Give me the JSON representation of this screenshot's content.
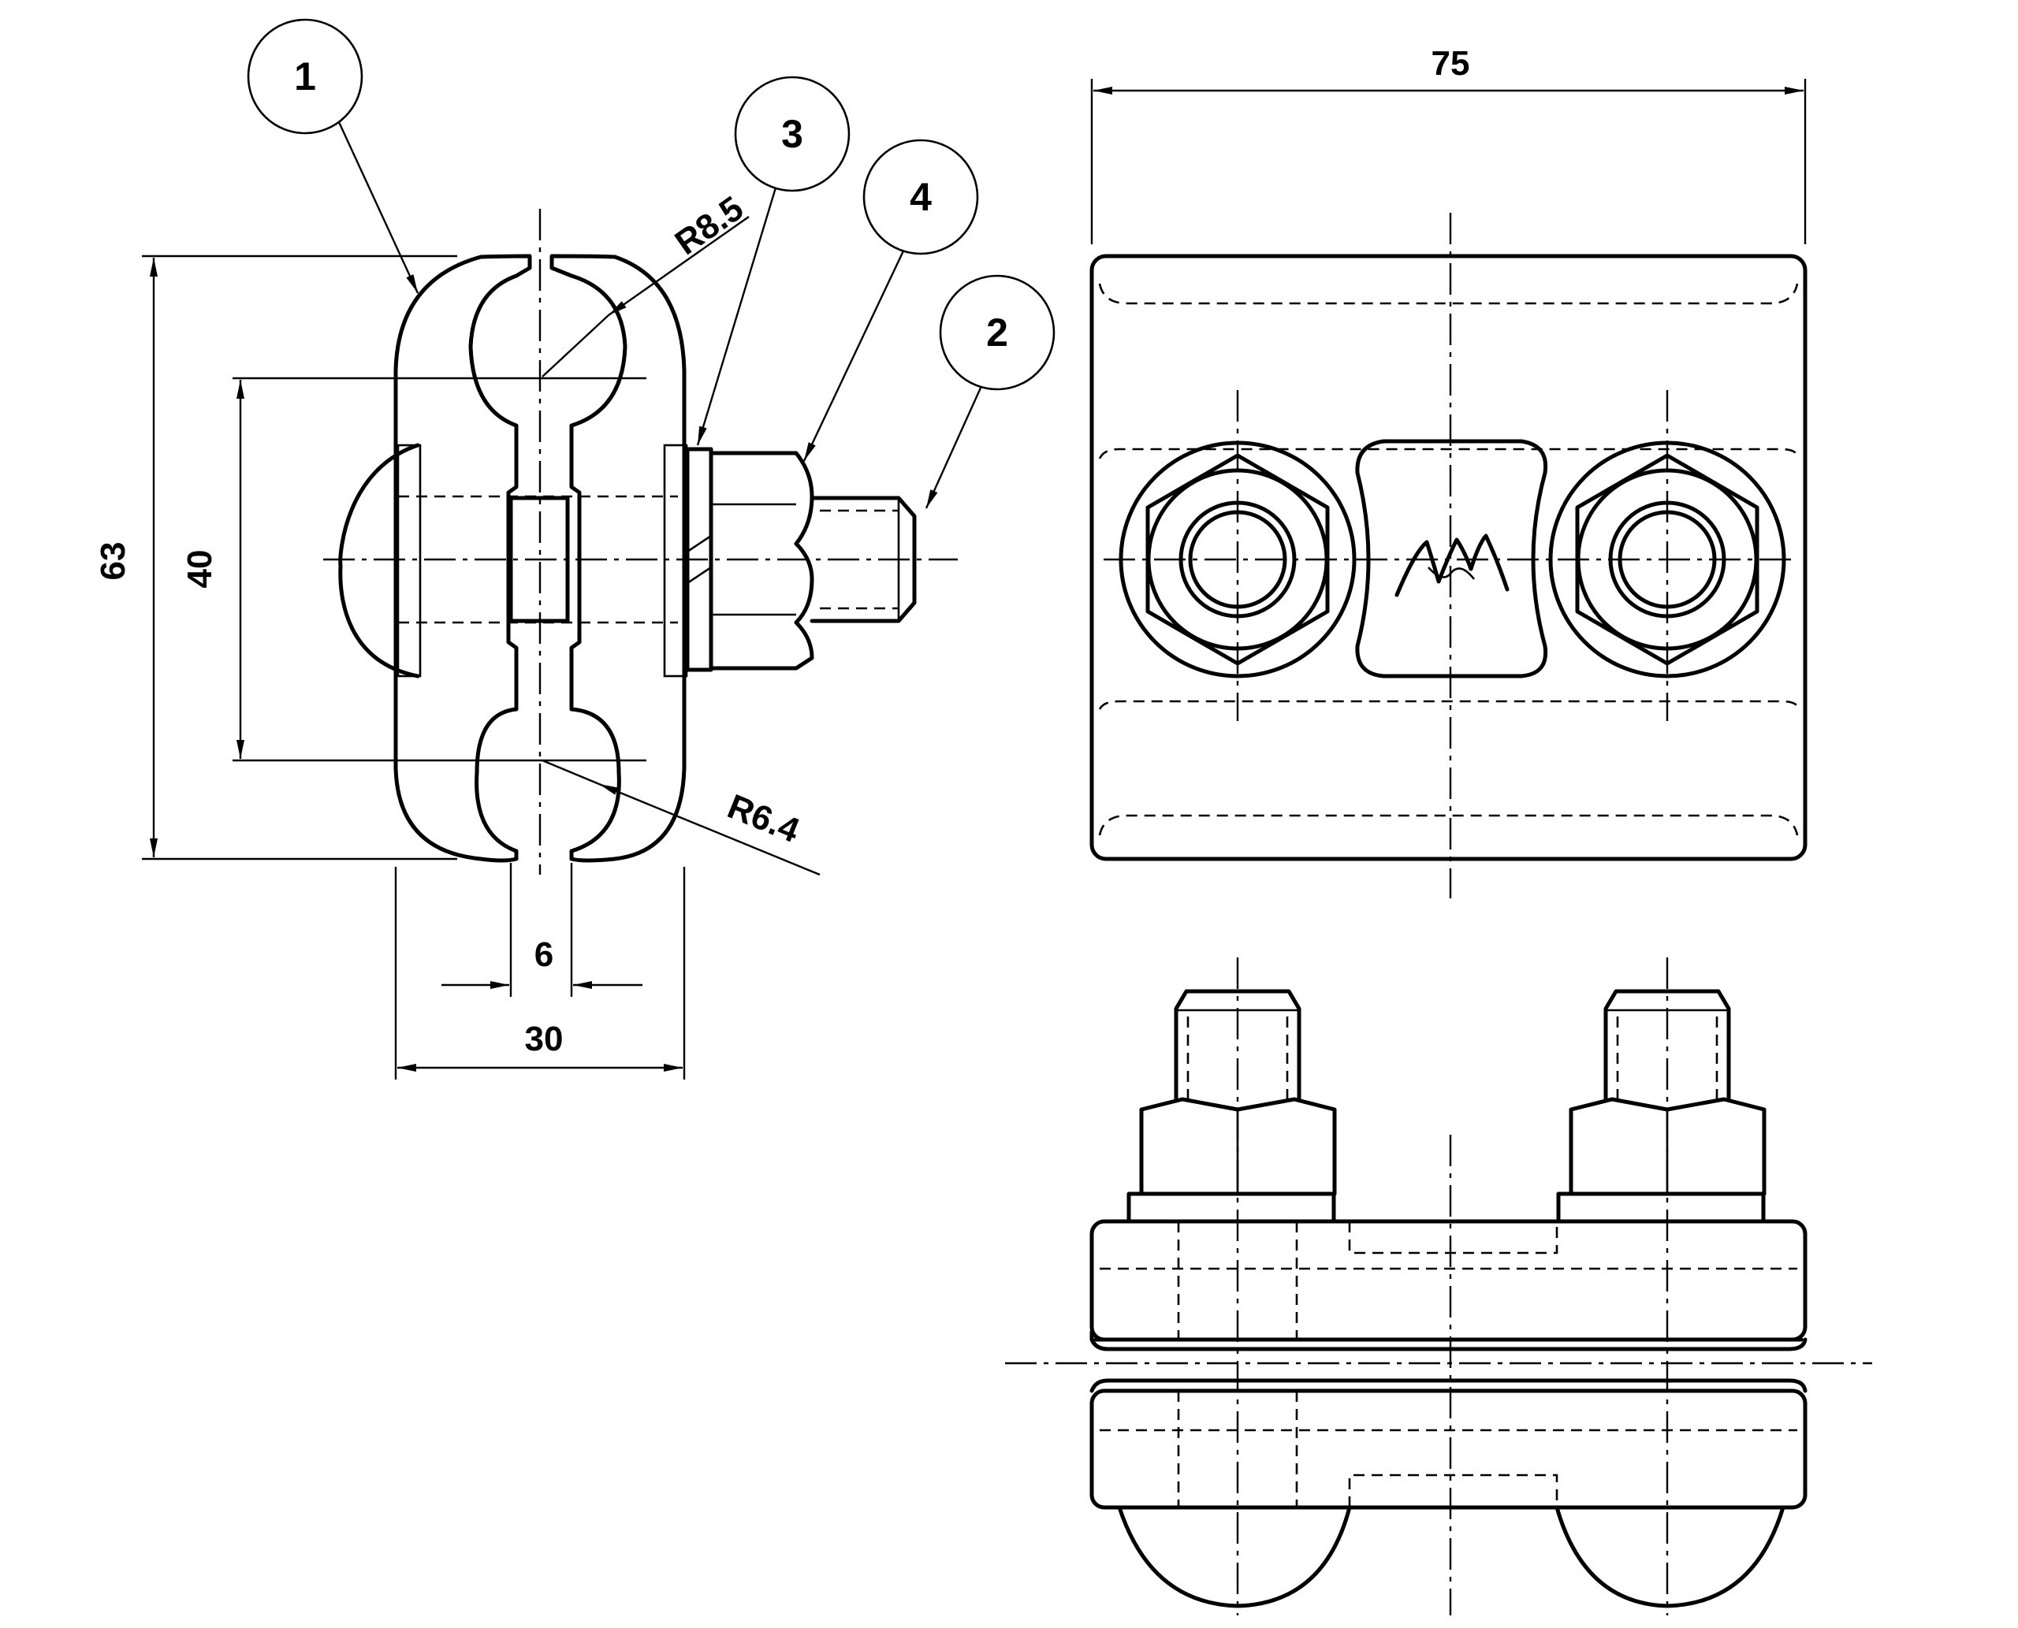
{
  "callouts": [
    {
      "id": "callout-1",
      "label": "1"
    },
    {
      "id": "callout-2",
      "label": "2"
    },
    {
      "id": "callout-3",
      "label": "3"
    },
    {
      "id": "callout-4",
      "label": "4"
    }
  ],
  "dimensions": {
    "height_overall": "63",
    "height_inner": "40",
    "gap_width": "6",
    "width_side": "30",
    "width_top": "75",
    "radius_upper": "R8.5",
    "radius_lower": "R6.4"
  }
}
